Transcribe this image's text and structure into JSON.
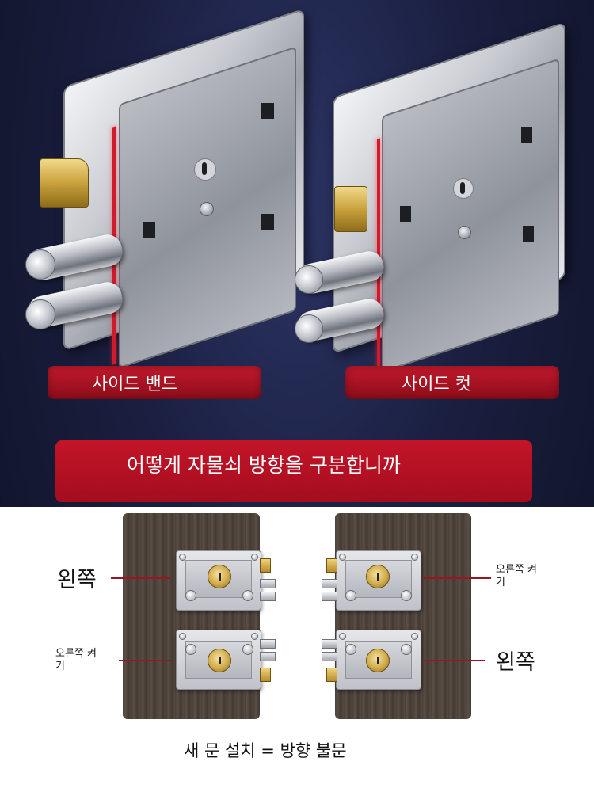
{
  "top": {
    "labels": {
      "side_band": "사이드 밴드",
      "side_cut": "사이드 컷"
    }
  },
  "banner": {
    "text": "어떻게 자물쇠 방향을 구분합니까"
  },
  "diagram": {
    "left_top": "왼쪽",
    "left_bottom": "오른쪽 켜\n기",
    "right_top": "오른쪽 켜\n기",
    "right_bottom": "왼쪽"
  },
  "footer": {
    "text": "새 문 설치 = 방향 불문"
  },
  "colors": {
    "accent_red": "#b5121f",
    "background_navy": "#1a1f40",
    "door_brown": "#4f443c"
  }
}
